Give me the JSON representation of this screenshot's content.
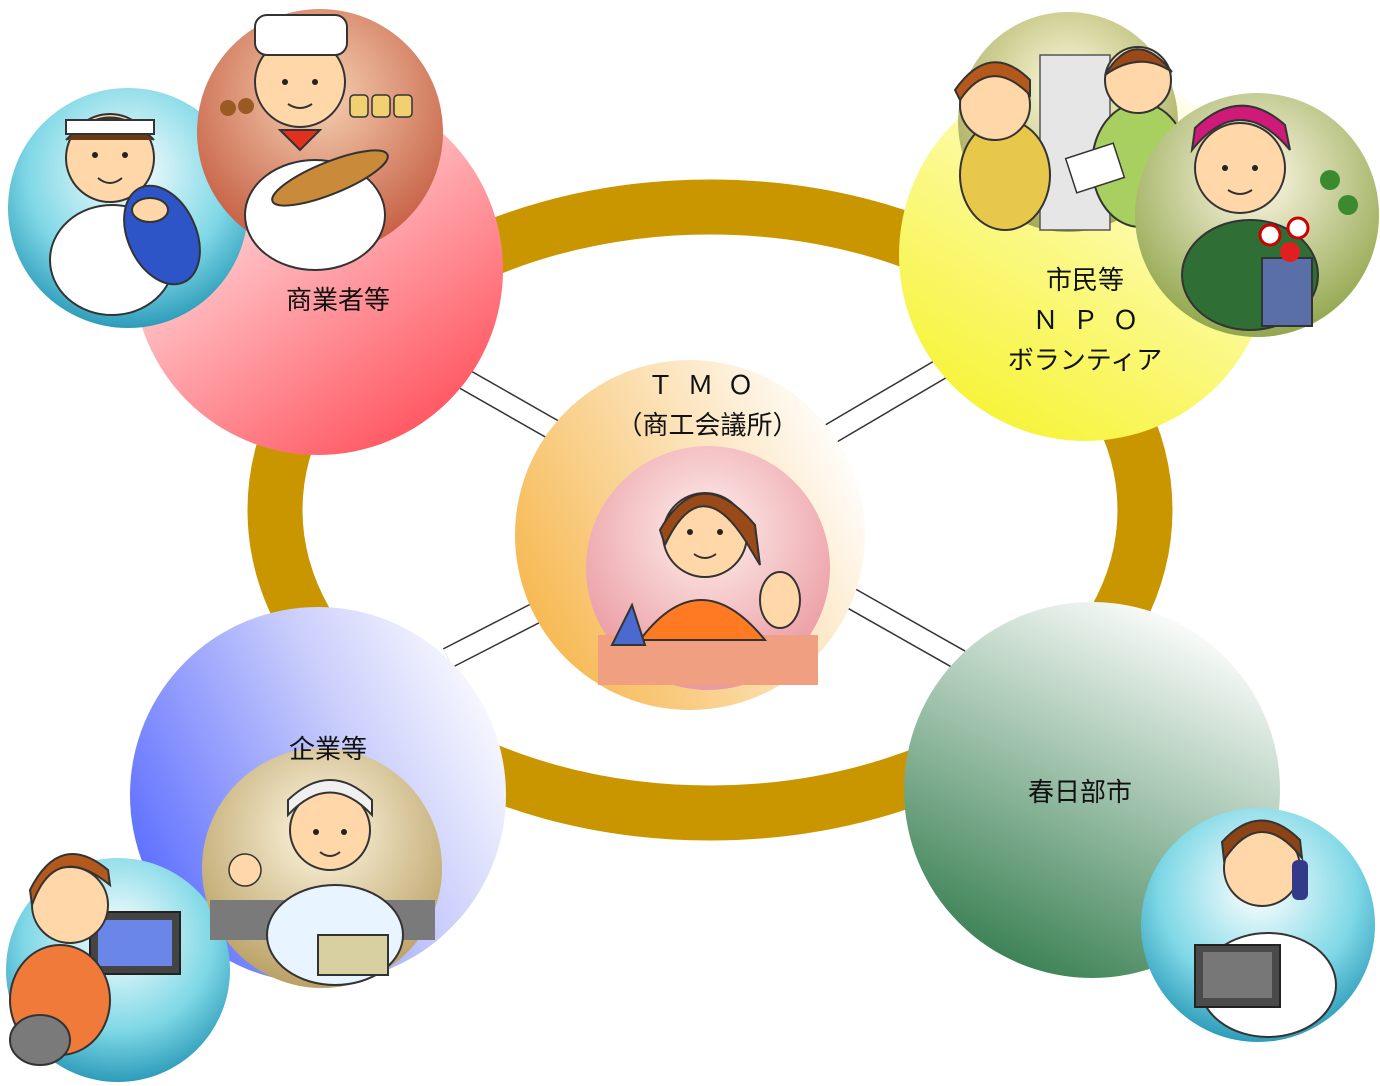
{
  "nodes": {
    "merchants": {
      "label": "商業者等",
      "gradient": [
        "#ffe8e8",
        "#ff4a55"
      ],
      "icons": [
        "fishmonger-person-icon",
        "baker-person-icon"
      ]
    },
    "citizens": {
      "label_lines": [
        "市民等",
        "ＮＰＯ",
        "ボランティア"
      ],
      "gradient": [
        "#fffff0",
        "#f8f53c"
      ],
      "icons": [
        "citizens-reading-icon",
        "gardener-person-icon"
      ]
    },
    "tmo": {
      "label_lines": [
        "ＴＭＯ",
        "（商工会議所）"
      ],
      "gradient": [
        "#fff8ef",
        "#f8b84e"
      ],
      "icons": [
        "receptionist-person-icon"
      ]
    },
    "companies": {
      "label": "企業等",
      "gradient": [
        "#f3f3ff",
        "#6070ff"
      ],
      "icons": [
        "office-worker-computer-icon",
        "factory-worker-icon"
      ]
    },
    "city": {
      "label": "春日部市",
      "gradient": [
        "#f3f6f2",
        "#2f7a4a"
      ],
      "icons": [
        "city-official-phone-icon"
      ]
    }
  },
  "colors": {
    "ring": "#c99600",
    "connector_fill": "#ffffff",
    "connector_stroke": "#444444",
    "text": "#111111"
  }
}
